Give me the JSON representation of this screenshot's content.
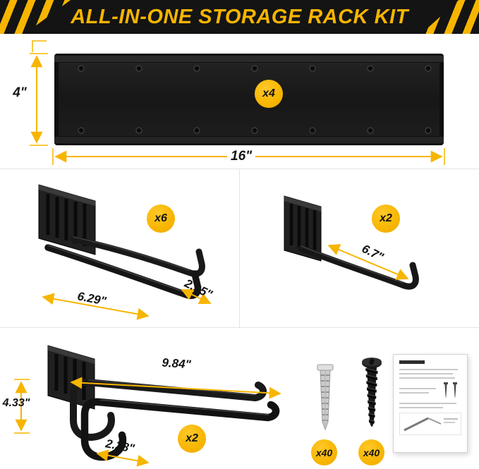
{
  "header": {
    "title": "ALL-IN-ONE STORAGE RACK KIT"
  },
  "colors": {
    "accent": "#F7B500",
    "ink": "#141414",
    "metal": "#1a1a1a",
    "divider": "#e4e4e4"
  },
  "rail": {
    "qty": "x4",
    "height": "4\"",
    "width": "16\""
  },
  "medium_hook": {
    "qty": "x6",
    "length": "6.29\"",
    "tip_spacing": "2.95\""
  },
  "small_hook": {
    "qty": "x2",
    "length": "6.7\""
  },
  "large_hook": {
    "qty": "x2",
    "length": "9.84\"",
    "drop": "4.33\"",
    "tip_spacing": "2.28\""
  },
  "hardware": {
    "anchors_qty": "x40",
    "screws_qty": "x40"
  },
  "icons": {
    "rail": "mounting-rail-illustration",
    "medium_hook": "double-prong-hook-illustration",
    "small_hook": "flat-hook-illustration",
    "large_hook": "heavy-duty-double-hook-illustration",
    "anchor": "wall-anchor-illustration",
    "screw": "screw-illustration",
    "manual": "user-guide-illustration"
  }
}
